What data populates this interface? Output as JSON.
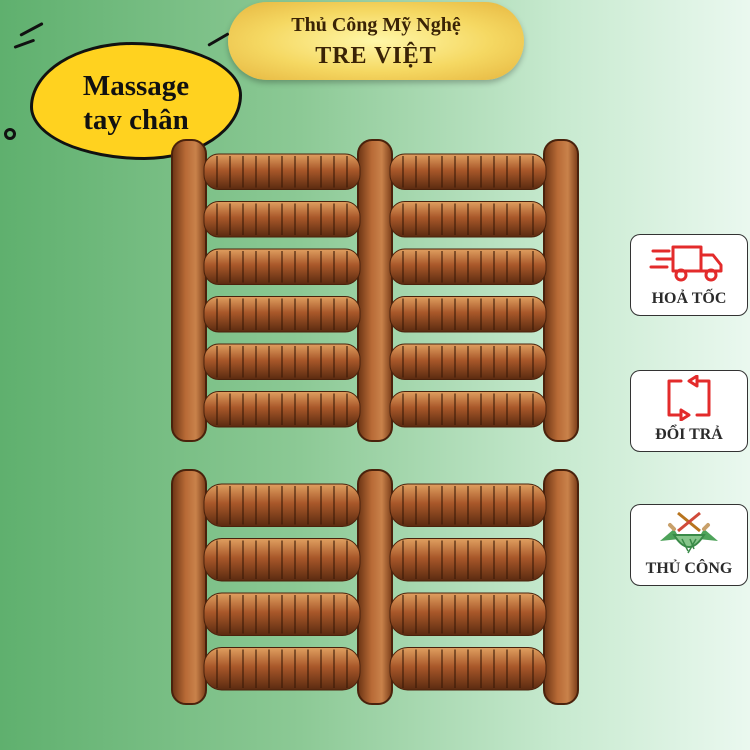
{
  "brand": {
    "subtitle": "Thủ Công Mỹ Nghệ",
    "name": "TRE VIỆT"
  },
  "title": {
    "line1": "Massage",
    "line2": "tay chân"
  },
  "badges": [
    {
      "icon": "fast-delivery-truck-icon",
      "label": "HOẢ TỐC"
    },
    {
      "icon": "exchange-arrows-icon",
      "label": "ĐỔI TRẢ"
    },
    {
      "icon": "handmade-basket-icon",
      "label": "THỦ CÔNG"
    }
  ],
  "products": [
    {
      "name": "six-row-wooden-foot-roller",
      "rows": 6,
      "columns": 2
    },
    {
      "name": "four-row-wooden-foot-roller",
      "rows": 4,
      "columns": 2
    }
  ],
  "colors": {
    "accent_yellow": "#ffd21f",
    "badge_red": "#e32b2b",
    "wood": "#9a5126"
  }
}
